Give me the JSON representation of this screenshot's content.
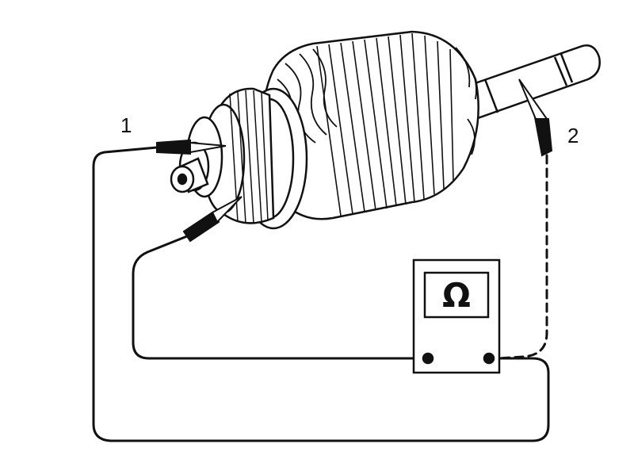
{
  "callouts": {
    "probe_1": "1",
    "probe_2": "2"
  },
  "meter": {
    "symbol": "Ω"
  },
  "colors": {
    "line": "#111111",
    "background": "#ffffff"
  }
}
